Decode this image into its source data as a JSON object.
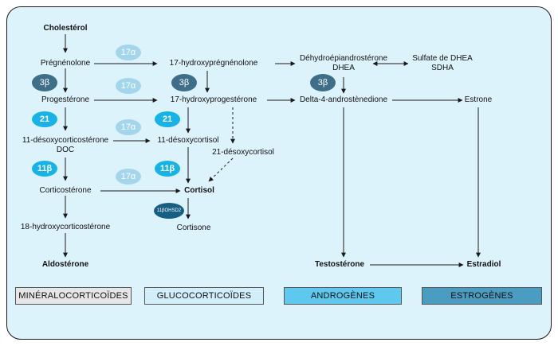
{
  "compounds": {
    "cholesterol": "Cholestérol",
    "pregnenolone": "Prégnénolone",
    "oh_pregnenolone": "17-hydroxyprégnénolone",
    "dhea_line1": "Déhydroépiandrostérone",
    "dhea_line2": "DHEA",
    "sdha_line1": "Sulfate de DHEA",
    "sdha_line2": "SDHA",
    "progesterone": "Progestérone",
    "oh_progesterone": "17-hydroxyprogestérone",
    "androstenedione": "Delta-4-androstènedione",
    "estrone": "Estrone",
    "doc_line1": "11-désoxycorticostérone",
    "doc_line2": "DOC",
    "deoxycortisol": "11-désoxycortisol",
    "deoxycortisol21": "21-désoxycortisol",
    "corticosterone": "Corticostérone",
    "cortisol": "Cortisol",
    "cortisone": "Cortisone",
    "oh_corticosterone": "18-hydroxycorticostérone",
    "aldosterone": "Aldostérone",
    "testosterone": "Testostérone",
    "estradiol": "Estradiol"
  },
  "enzymes": {
    "e17": "17α",
    "e3b": "3β",
    "e21": "21",
    "e11b": "11β",
    "e11hsd": "11βOHSD2"
  },
  "legend": {
    "mineralo": "MINÉRALOCORTICOÏDES",
    "gluco": "GLUCOCORTICOÏDES",
    "andro": "ANDROGÈNES",
    "estro": "ESTROGÈNES"
  },
  "colors": {
    "background": "#ddf3fc",
    "legend_mineralo": "#e6e6e6",
    "legend_gluco": "#d2eefb",
    "legend_andro": "#5fc8ee",
    "legend_estro": "#4a9cc0",
    "enzyme_17a": "#a3d5ec",
    "enzyme_3b": "#3f6f88",
    "enzyme_21_11b": "#17b3e8",
    "enzyme_11bhsd2": "#175f82"
  }
}
